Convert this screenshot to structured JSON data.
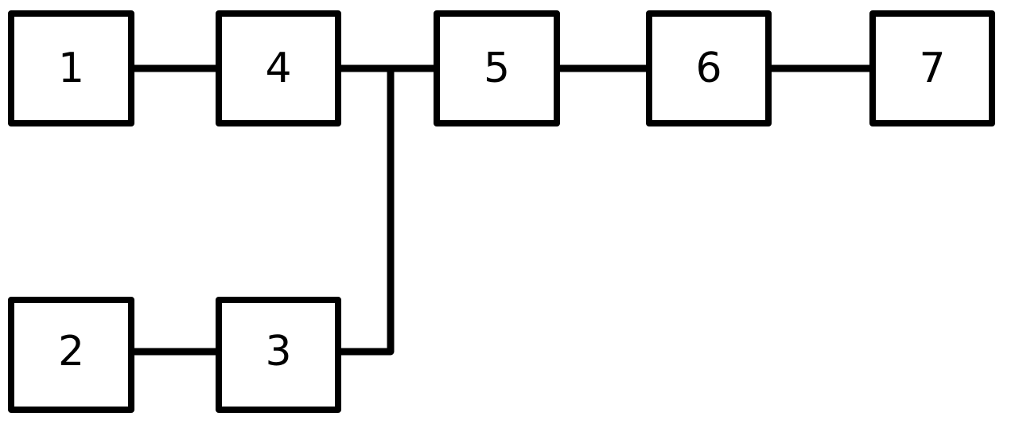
{
  "diagram": {
    "nodes": [
      {
        "id": "1",
        "label": "1"
      },
      {
        "id": "2",
        "label": "2"
      },
      {
        "id": "3",
        "label": "3"
      },
      {
        "id": "4",
        "label": "4"
      },
      {
        "id": "5",
        "label": "5"
      },
      {
        "id": "6",
        "label": "6"
      },
      {
        "id": "7",
        "label": "7"
      }
    ],
    "edges": [
      {
        "from": "1",
        "to": "4"
      },
      {
        "from": "2",
        "to": "3"
      },
      {
        "from": "4",
        "to": "5"
      },
      {
        "from": "3",
        "to": "5"
      },
      {
        "from": "5",
        "to": "6"
      },
      {
        "from": "6",
        "to": "7"
      }
    ],
    "colors": {
      "stroke": "#000000",
      "fill": "#ffffff",
      "text": "#000000"
    }
  }
}
